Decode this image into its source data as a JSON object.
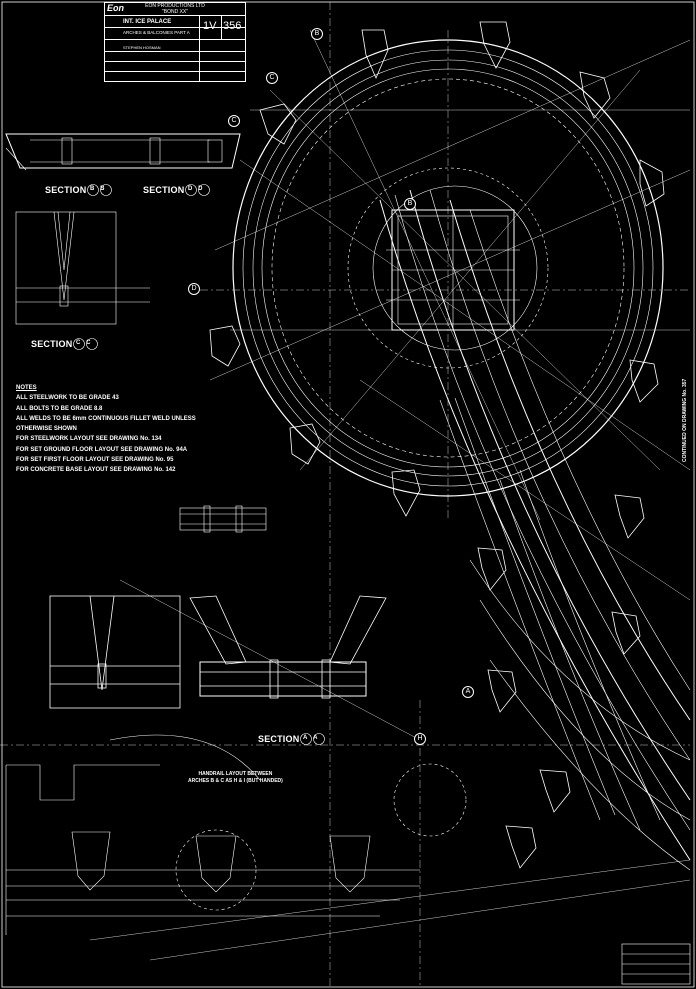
{
  "title_block": {
    "logo": "Eon",
    "company": "EON PRODUCTIONS LTD",
    "production": "\"BOND XX\"",
    "project": "INT. ICE PALACE",
    "drawing_title": "ARCHES & BALCONIES PART A",
    "sheet_code": "1V",
    "sheet_number": "356",
    "designer": "STEPHEN HOSMAN"
  },
  "sections": [
    {
      "id": "section-bb",
      "text": "SECTION",
      "letters": [
        "B",
        "B"
      ]
    },
    {
      "id": "section-dd",
      "text": "SECTION",
      "letters": [
        "D",
        "D"
      ]
    },
    {
      "id": "section-cc",
      "text": "SECTION",
      "letters": [
        "C",
        "C"
      ]
    },
    {
      "id": "section-aa",
      "text": "SECTION",
      "letters": [
        "A",
        "A"
      ]
    }
  ],
  "grid_bubbles": [
    "B",
    "C",
    "C",
    "B",
    "D",
    "A",
    "H"
  ],
  "notes": {
    "heading": "NOTES",
    "lines": [
      "ALL STEELWORK TO BE GRADE 43",
      "ALL BOLTS TO BE GRADE 8.8",
      "ALL WELDS TO BE 6mm CONTINUOUS FILLET WELD UNLESS",
      "OTHERWISE SHOWN",
      "FOR STEELWORK LAYOUT SEE DRAWING No. 134",
      "FOR SET GROUND FLOOR LAYOUT SEE DRAWING No. 94A",
      "FOR SET FIRST FLOOR LAYOUT SEE DRAWING No. 95",
      "FOR CONCRETE BASE LAYOUT SEE DRAWING No. 142"
    ]
  },
  "handrail_label": [
    "HANDRAIL LAYOUT BETWEEN",
    "ARCHES B & C AS H & I (BUT HANDED)"
  ],
  "side_label": "CONTINUED ON DRAWING No. 357",
  "colors": {
    "background": "#000000",
    "linework": "#ffffff"
  }
}
